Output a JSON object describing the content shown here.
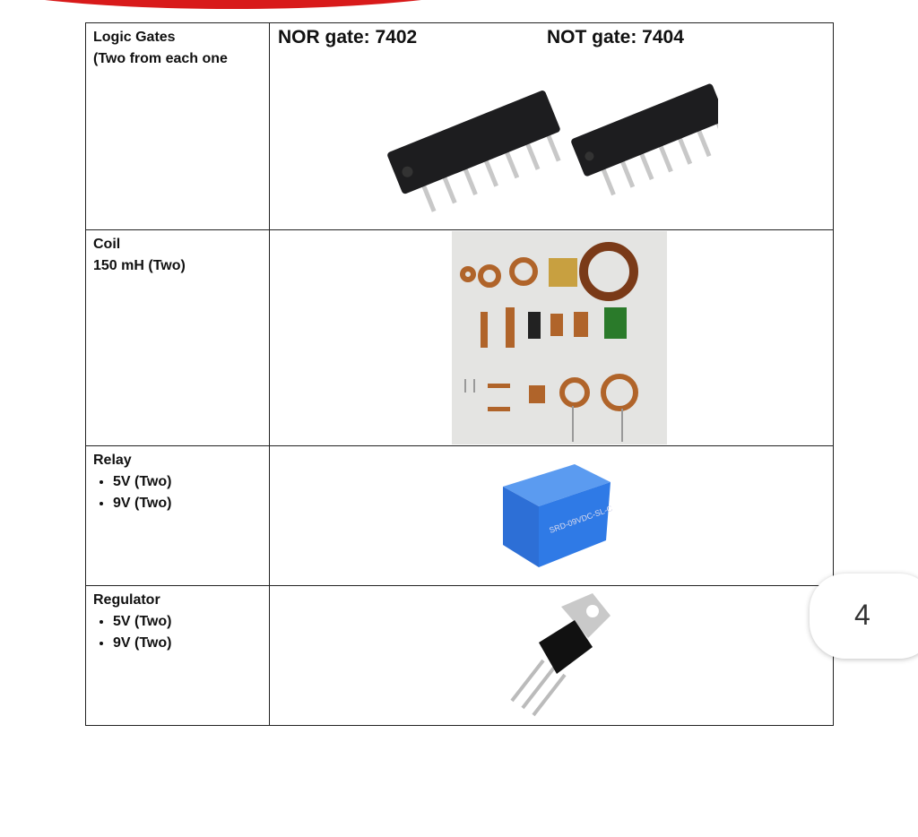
{
  "table": {
    "rows": [
      {
        "label": "Logic Gates",
        "sublabel": "(Two from each one",
        "headers": [
          "NOR gate: 7402",
          "NOT gate: 7404"
        ]
      },
      {
        "label": "Coil",
        "sublabel": "150 mH (Two)"
      },
      {
        "label": "Relay",
        "items": [
          "5V (Two)",
          "9V (Two)"
        ]
      },
      {
        "label": "Regulator",
        "items": [
          "5V (Two)",
          "9V (Two)"
        ]
      }
    ]
  },
  "page_number": "4",
  "colors": {
    "accent_red": "#d81a1a",
    "relay_blue": "#2d6fd6"
  }
}
